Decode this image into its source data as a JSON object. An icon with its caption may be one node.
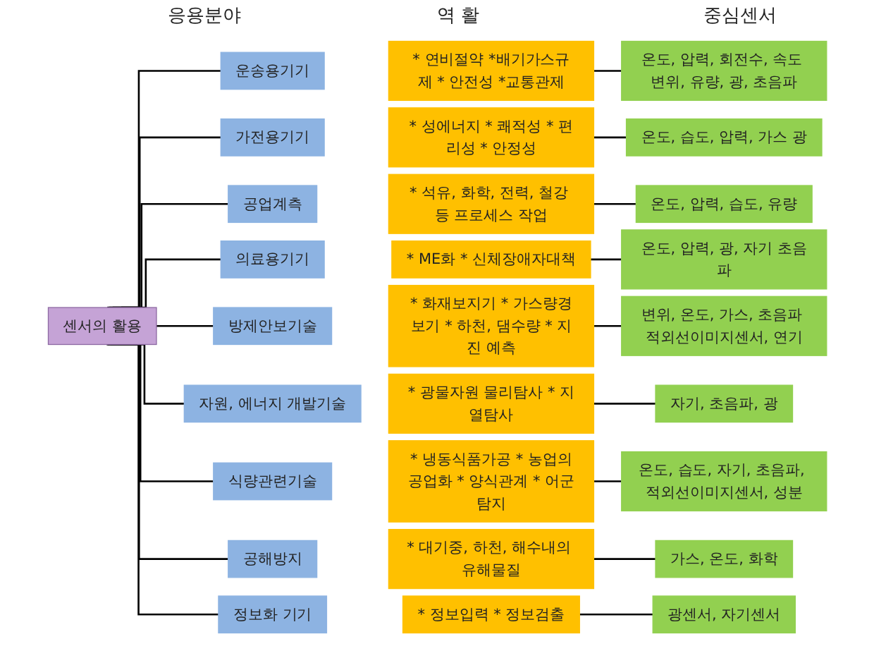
{
  "diagram": {
    "nodes": [
      {
        "text": [
          "센서의 활용"
        ]
      },
      {
        "text": [
          "운송용기기"
        ]
      },
      {
        "text": [
          "* 연비절약 *배기가스규제 * 안전성 *교통관제"
        ]
      },
      {
        "text": [
          "온도, 압력, 회전수, 속도 변위, 유량, 광, 초음파"
        ]
      },
      {
        "text": [
          "가전용기기"
        ]
      },
      {
        "text": [
          "* 성에너지 * 쾌적성 * 편리성 * 안정성"
        ]
      },
      {
        "text": [
          "온도, 습도, 압력, 가스 광"
        ]
      },
      {
        "text": [
          "공업계측"
        ]
      },
      {
        "text": [
          "* 석유, 화학, 전력, 철강 등 프로세스 작업"
        ]
      },
      {
        "text": [
          "온도, 압력, 습도, 유량"
        ]
      },
      {
        "text": [
          "의료용기기"
        ]
      },
      {
        "text": [
          "* ME화 * 신체장애자대책"
        ]
      },
      {
        "text": [
          "온도, 압력, 광, 자기 초음파"
        ]
      },
      {
        "text": [
          "방제안보기술"
        ]
      },
      {
        "text": [
          "* 화재보지기 * 가스량경보기 * 하천, 댐수량 * 지진 예측"
        ]
      },
      {
        "text": [
          "변위, 온도, 가스, 초음파 적외선이미지센서, 연기"
        ]
      },
      {
        "text": [
          "자원, 에너지 개발기술"
        ]
      },
      {
        "text": [
          "* 광물자원 물리탐사 * 지열탐사"
        ]
      },
      {
        "text": [
          "자기, 초음파, 광"
        ]
      },
      {
        "text": [
          "식량관련기술"
        ]
      },
      {
        "text": [
          "* 냉동식품가공 * 농업의공업화 * 양식관계 * 어군탐지"
        ]
      },
      {
        "text": [
          "온도, 습도, 자기, 초음파, 적외선이미지센서, 성분"
        ]
      },
      {
        "text": [
          "공해방지"
        ]
      },
      {
        "text": [
          "* 대기중, 하천, 해수내의 유해물질"
        ]
      },
      {
        "text": [
          "가스, 온도, 화학"
        ]
      },
      {
        "text": [
          "정보화 기기"
        ]
      },
      {
        "text": [
          "* 정보입력 * 정보검출"
        ]
      },
      {
        "text": [
          "광센서, 자기센서"
        ]
      }
    ],
    "edges": [
      {
        "from": 0,
        "to": 1,
        "arrow": "none"
      },
      {
        "from": 2,
        "to": 3,
        "arrow": "none"
      },
      {
        "from": 0,
        "to": 4,
        "arrow": "none"
      },
      {
        "from": 5,
        "to": 6,
        "arrow": "none"
      },
      {
        "from": 0,
        "to": 7,
        "arrow": "none"
      },
      {
        "from": 8,
        "to": 9,
        "arrow": "none"
      },
      {
        "from": 0,
        "to": 10,
        "arrow": "none"
      },
      {
        "from": 11,
        "to": 12,
        "arrow": "none"
      },
      {
        "from": 0,
        "to": 13,
        "arrow": "none"
      },
      {
        "from": 14,
        "to": 15,
        "arrow": "none"
      },
      {
        "from": 0,
        "to": 16,
        "arrow": "none"
      },
      {
        "from": 17,
        "to": 18,
        "arrow": "none"
      },
      {
        "from": 0,
        "to": 19,
        "arrow": "none"
      },
      {
        "from": 20,
        "to": 21,
        "arrow": "none"
      },
      {
        "from": 0,
        "to": 22,
        "arrow": "none"
      },
      {
        "from": 23,
        "to": 24,
        "arrow": "none"
      },
      {
        "from": 0,
        "to": 25,
        "arrow": "none"
      },
      {
        "from": 26,
        "to": 27,
        "arrow": "none"
      }
    ],
    "labels": [
      "응용분야",
      "역 활",
      "중심센서"
    ]
  }
}
